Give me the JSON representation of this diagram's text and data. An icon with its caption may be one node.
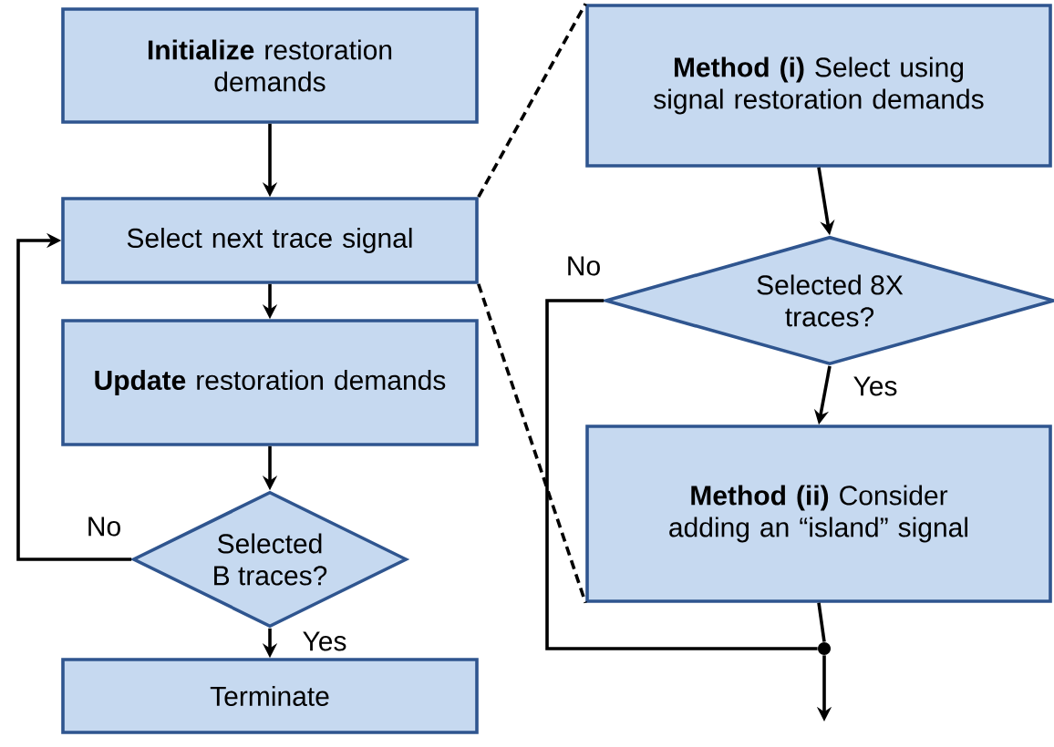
{
  "diagram": {
    "nodes": [
      {
        "text": [
          "**Initialize** restoration demands"
        ]
      },
      {
        "text": [
          "Select next trace signal"
        ]
      },
      {
        "text": [
          "**Update** restoration demands"
        ]
      },
      {
        "text": [
          "Selected B traces?"
        ]
      },
      {
        "text": [
          "Terminate"
        ]
      },
      {
        "text": [
          "**Method (i)** Select using signal restoration demands"
        ]
      },
      {
        "text": [
          "Selected 8X traces?"
        ]
      },
      {
        "text": [
          "**Method (ii)** Consider adding an “island” signal"
        ]
      },
      {
        "text": [],
        "shape": "circle"
      }
    ],
    "edges": [
      {
        "from": 0,
        "to": 1,
        "arrow": "to"
      },
      {
        "from": 1,
        "to": 2,
        "arrow": "to"
      },
      {
        "from": 2,
        "to": 3,
        "arrow": "to"
      },
      {
        "from": 3,
        "to": 1,
        "arrow": "to",
        "label": "No"
      },
      {
        "from": 3,
        "to": 4,
        "arrow": "to",
        "label": "Yes"
      },
      {
        "from": 5,
        "to": 6,
        "arrow": "to"
      },
      {
        "from": 6,
        "to": 7,
        "arrow": "to",
        "label": "Yes"
      },
      {
        "from": 6,
        "to": 8,
        "arrow": "none",
        "label": "No"
      },
      {
        "from": 7,
        "to": 8,
        "arrow": "none"
      },
      {
        "from": 8,
        "to": null,
        "arrow": "to"
      },
      {
        "from": 1,
        "to": 5,
        "arrow": "none",
        "style": "dashed"
      },
      {
        "from": 1,
        "to": 7,
        "arrow": "none",
        "style": "dashed"
      }
    ]
  }
}
